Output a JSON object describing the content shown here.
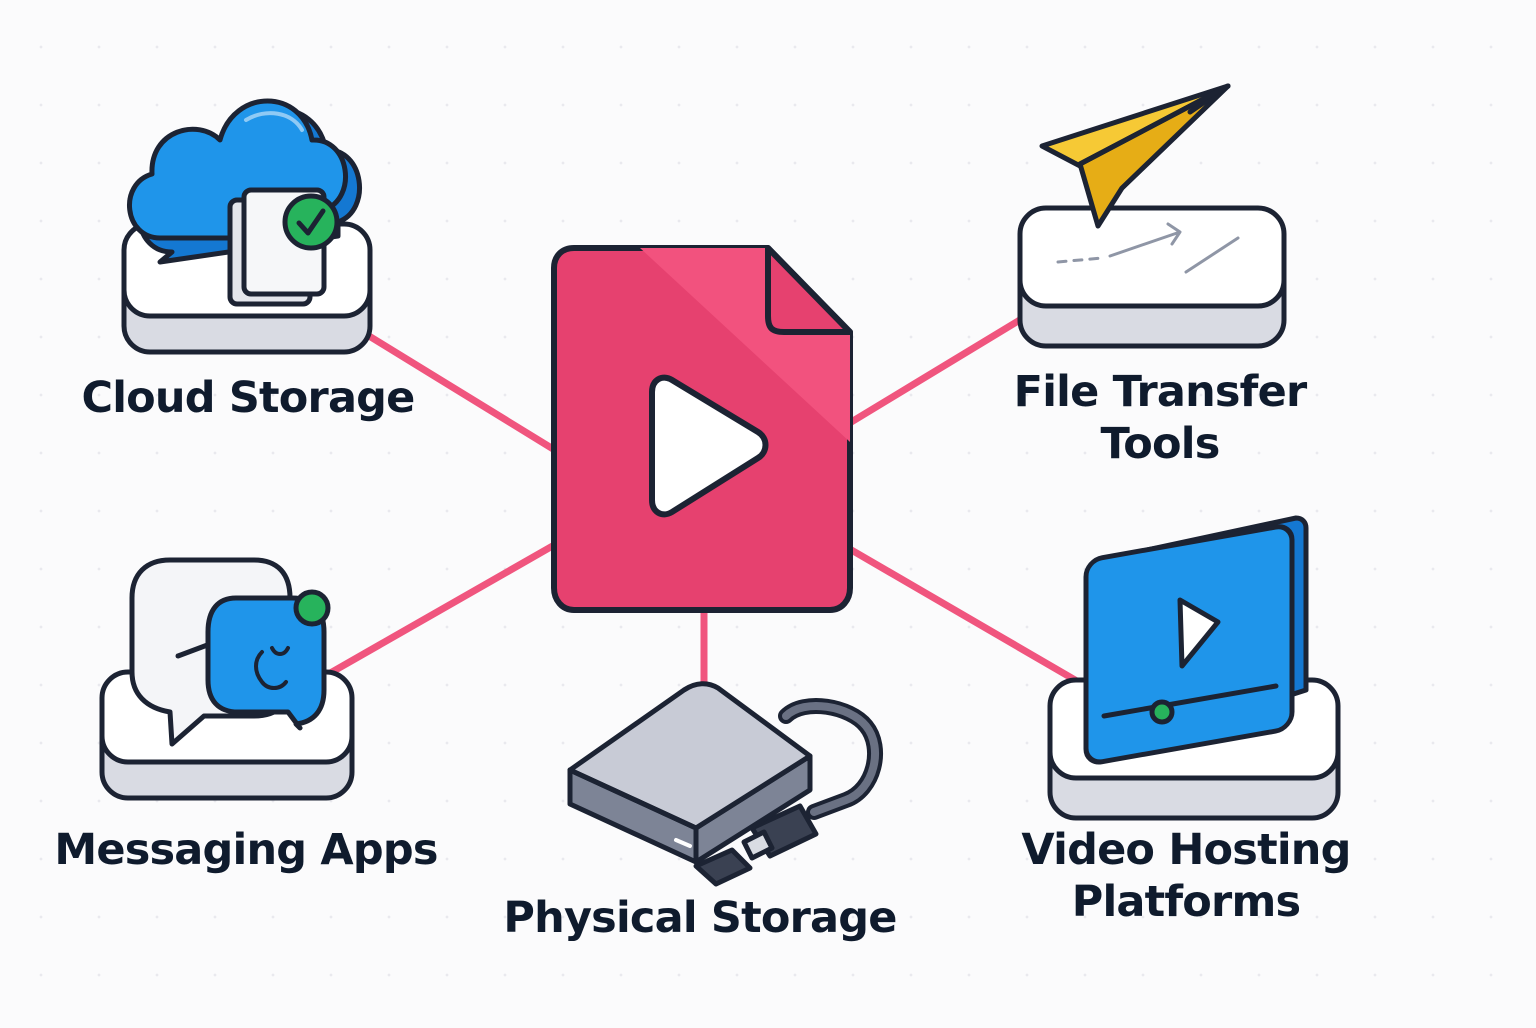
{
  "hub": {
    "icon": "video-file-icon"
  },
  "colors": {
    "accent": "#ea3f6e",
    "connector": "#f0557e",
    "blue": "#1f95ea",
    "yellow": "#f6c935",
    "green": "#27b35c",
    "outline": "#1c2333"
  },
  "nodes": [
    {
      "key": "cloud",
      "icon": "cloud-storage-icon",
      "label": "Cloud Storage"
    },
    {
      "key": "transfer",
      "icon": "paper-plane-icon",
      "label_lines": [
        "File Transfer",
        "Tools"
      ]
    },
    {
      "key": "messaging",
      "icon": "chat-bubble-icon",
      "label": "Messaging Apps"
    },
    {
      "key": "physical",
      "icon": "external-drive-icon",
      "label": "Physical Storage"
    },
    {
      "key": "video",
      "icon": "video-player-icon",
      "label_lines": [
        "Video Hosting",
        "Platforms"
      ]
    }
  ]
}
